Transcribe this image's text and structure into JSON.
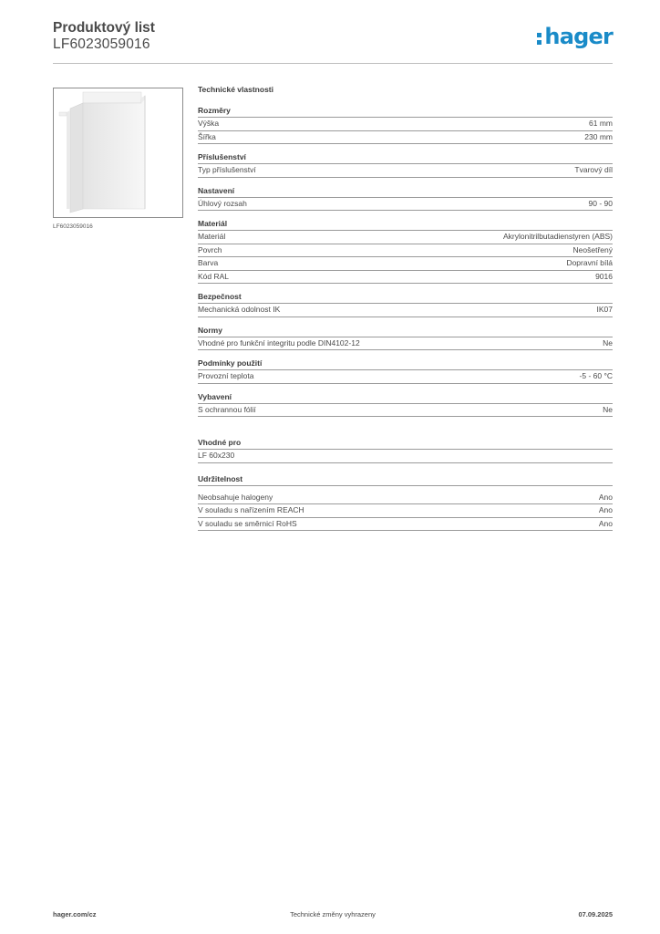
{
  "header": {
    "title": "Produktový list",
    "code": "LF6023059016",
    "logo_text": "hager",
    "brand_color": "#1a8bc8"
  },
  "product_image": {
    "caption": "LF6023059016"
  },
  "specs": {
    "title": "Technické vlastnosti",
    "groups": [
      {
        "title": "Rozměry",
        "rows": [
          {
            "label": "Výška",
            "value": "61 mm"
          },
          {
            "label": "Šířka",
            "value": "230 mm"
          }
        ]
      },
      {
        "title": "Příslušenství",
        "rows": [
          {
            "label": "Typ příslušenství",
            "value": "Tvarový díl"
          }
        ]
      },
      {
        "title": "Nastavení",
        "rows": [
          {
            "label": "Úhlový rozsah",
            "value": "90 - 90"
          }
        ]
      },
      {
        "title": "Materiál",
        "rows": [
          {
            "label": "Materiál",
            "value": "Akrylonitrilbutadienstyren (ABS)"
          },
          {
            "label": "Povrch",
            "value": "Neošetřený"
          },
          {
            "label": "Barva",
            "value": "Dopravní bílá"
          },
          {
            "label": "Kód RAL",
            "value": "9016"
          }
        ]
      },
      {
        "title": "Bezpečnost",
        "rows": [
          {
            "label": "Mechanická odolnost IK",
            "value": "IK07"
          }
        ]
      },
      {
        "title": "Normy",
        "rows": [
          {
            "label": "Vhodné pro funkční integritu podle DIN4102-12",
            "value": "Ne"
          }
        ]
      },
      {
        "title": "Podmínky použití",
        "rows": [
          {
            "label": "Provozní teplota",
            "value": "-5 - 60 °C"
          }
        ]
      },
      {
        "title": "Vybavení",
        "rows": [
          {
            "label": "S ochrannou fólií",
            "value": "Ne"
          }
        ]
      }
    ],
    "suitable_for": {
      "title": "Vhodné pro",
      "rows": [
        {
          "label": "LF 60x230",
          "value": ""
        }
      ]
    },
    "sustainability": {
      "title": "Udržitelnost",
      "rows": [
        {
          "label": "Neobsahuje halogeny",
          "value": "Ano"
        },
        {
          "label": "V souladu s nařízením REACH",
          "value": "Ano"
        },
        {
          "label": "V souladu se směrnicí RoHS",
          "value": "Ano"
        }
      ]
    }
  },
  "footer": {
    "website": "hager.com/cz",
    "notice": "Technické změny vyhrazeny",
    "date": "07.09.2025"
  }
}
